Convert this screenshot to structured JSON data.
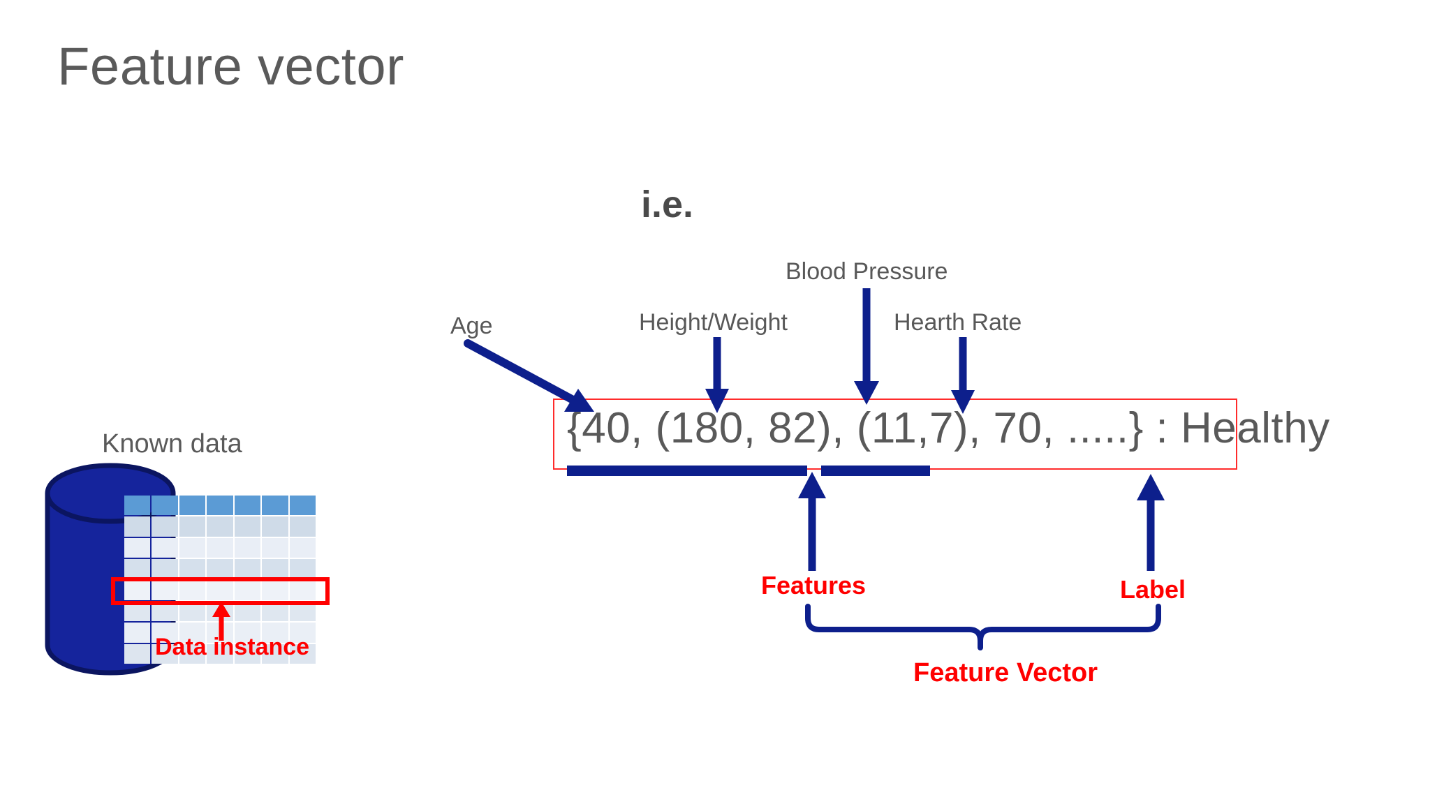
{
  "slide": {
    "title": "Feature vector",
    "ie_label": "i.e."
  },
  "known_data": {
    "caption": "Known data",
    "data_instance_label": "Data instance",
    "table": {
      "columns": 7,
      "rows": 8,
      "header_row_color": "#5b9bd5",
      "body_row_colors": [
        "#cfdbe8",
        "#e9eef6",
        "#d5e0ec",
        "#eef2f8",
        "#dfe7f0",
        "#eaeff6",
        "#dde5ef"
      ],
      "cylinder_color": "#15249c",
      "highlight_color": "#ff0000"
    }
  },
  "feature_vector": {
    "expression": "{40, (180, 82), (11,7), 70, .....} : Healthy",
    "box_border_color": "#ff2b2b",
    "annotations": [
      {
        "name": "age",
        "text": "Age"
      },
      {
        "name": "height-weight",
        "text": "Height/Weight"
      },
      {
        "name": "blood-pressure",
        "text": "Blood Pressure"
      },
      {
        "name": "hearth-rate",
        "text": "Hearth Rate"
      }
    ],
    "features_label": "Features",
    "label_label": "Label",
    "feature_vector_label": "Feature Vector",
    "accent_navy": "#0d1f8c",
    "accent_red": "#ff0000"
  }
}
